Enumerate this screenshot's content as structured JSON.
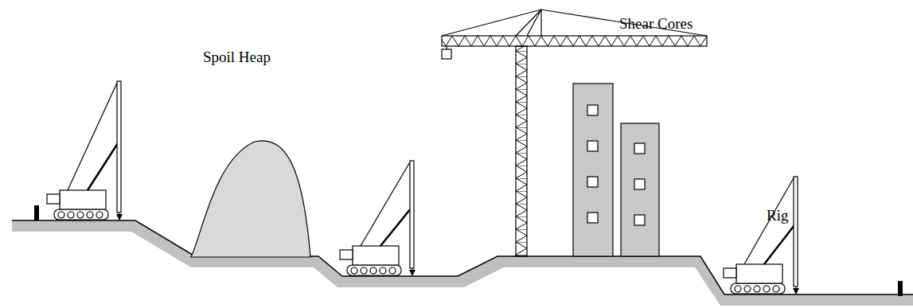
{
  "diagram": {
    "labels": [
      "Spoil Heap",
      "Shear Cores",
      "Rig"
    ]
  }
}
